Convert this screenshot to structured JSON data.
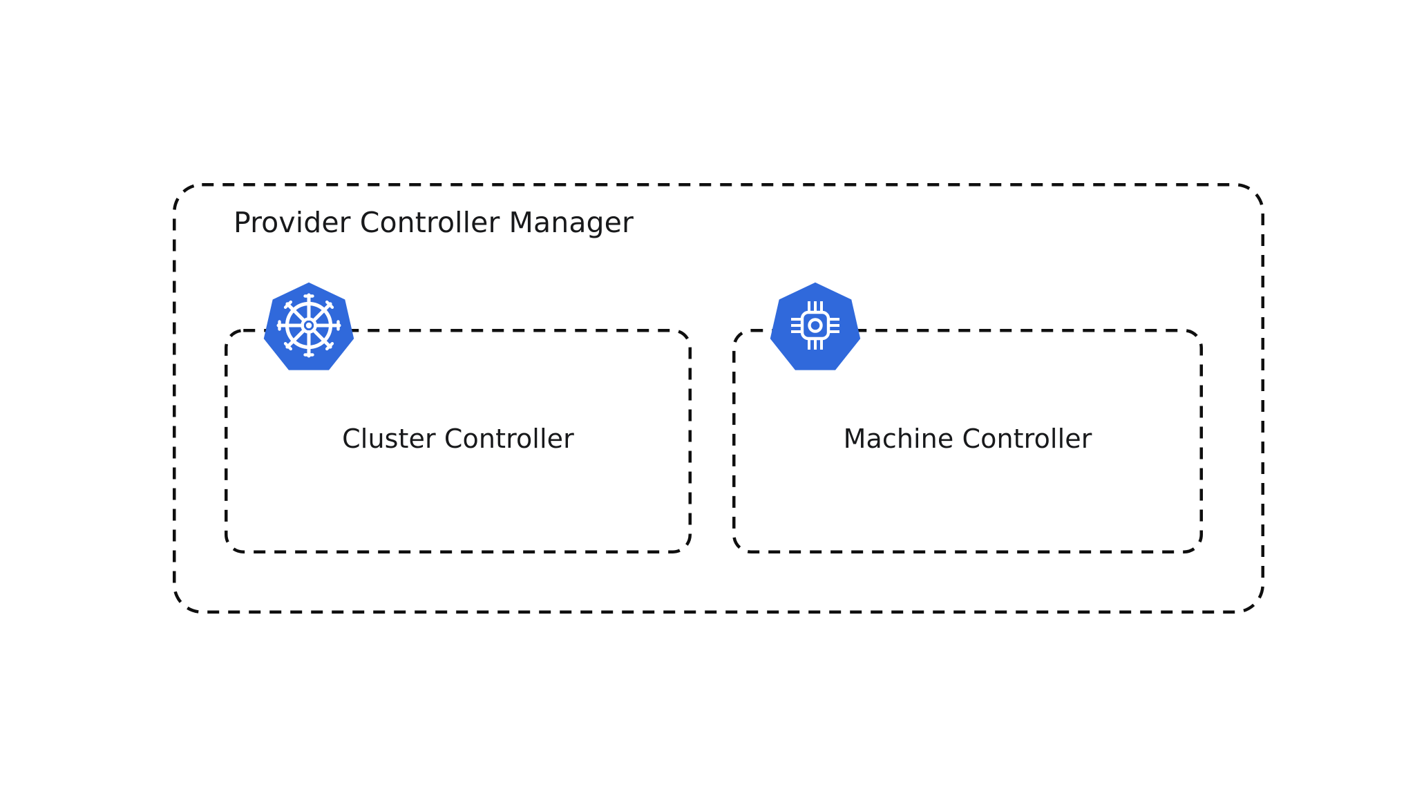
{
  "diagram": {
    "title": "Provider Controller Manager",
    "background_color": "#ffffff",
    "stroke_color": "#0f0f0f",
    "text_color": "#18191b",
    "accent_color": "#3069db",
    "outer_container": {
      "label": "Provider Controller Manager",
      "border_style": "dashed",
      "corner_style": "rounded"
    },
    "boxes": [
      {
        "label": "Cluster Controller",
        "icon": "kubernetes-helm-icon",
        "icon_shape": "heptagon",
        "icon_color": "#3069db",
        "border_style": "dashed"
      },
      {
        "label": "Machine Controller",
        "icon": "cpu-chip-icon",
        "icon_shape": "heptagon",
        "icon_color": "#3069db",
        "border_style": "dashed"
      }
    ]
  }
}
